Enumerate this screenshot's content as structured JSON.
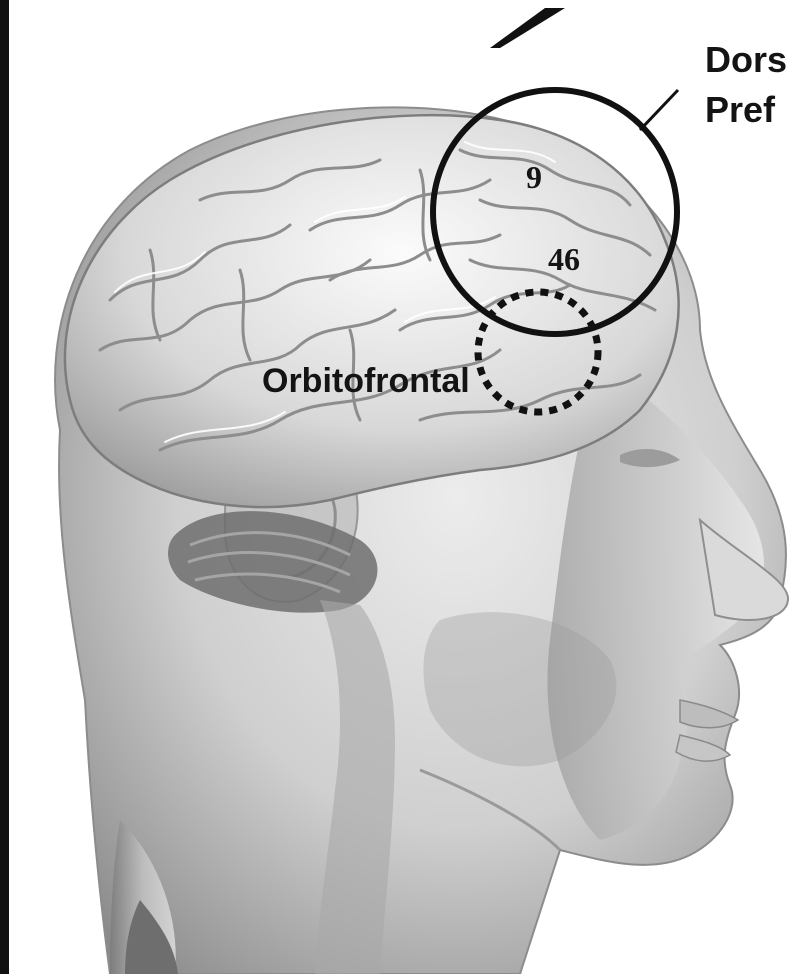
{
  "labels": {
    "dorsolateral_line1": "Dors",
    "dorsolateral_line2": "Pref",
    "orbitofrontal": "Orbitofrontal",
    "area_9": "9",
    "area_46": "46"
  },
  "colors": {
    "background": "#ffffff",
    "annotation": "#141414",
    "skin_light": "#e6e6e6",
    "skin_mid": "#b5b5b5",
    "skin_dark": "#6e6e6e",
    "brain_light": "#f2f2f2",
    "brain_shadow": "#8c8c8c"
  },
  "icons": {
    "head": "transparent-head-illustration",
    "brain": "brain-gyri-illustration",
    "dlpfc_marker": "solid-circle-marker",
    "ofc_marker": "dotted-circle-marker"
  }
}
